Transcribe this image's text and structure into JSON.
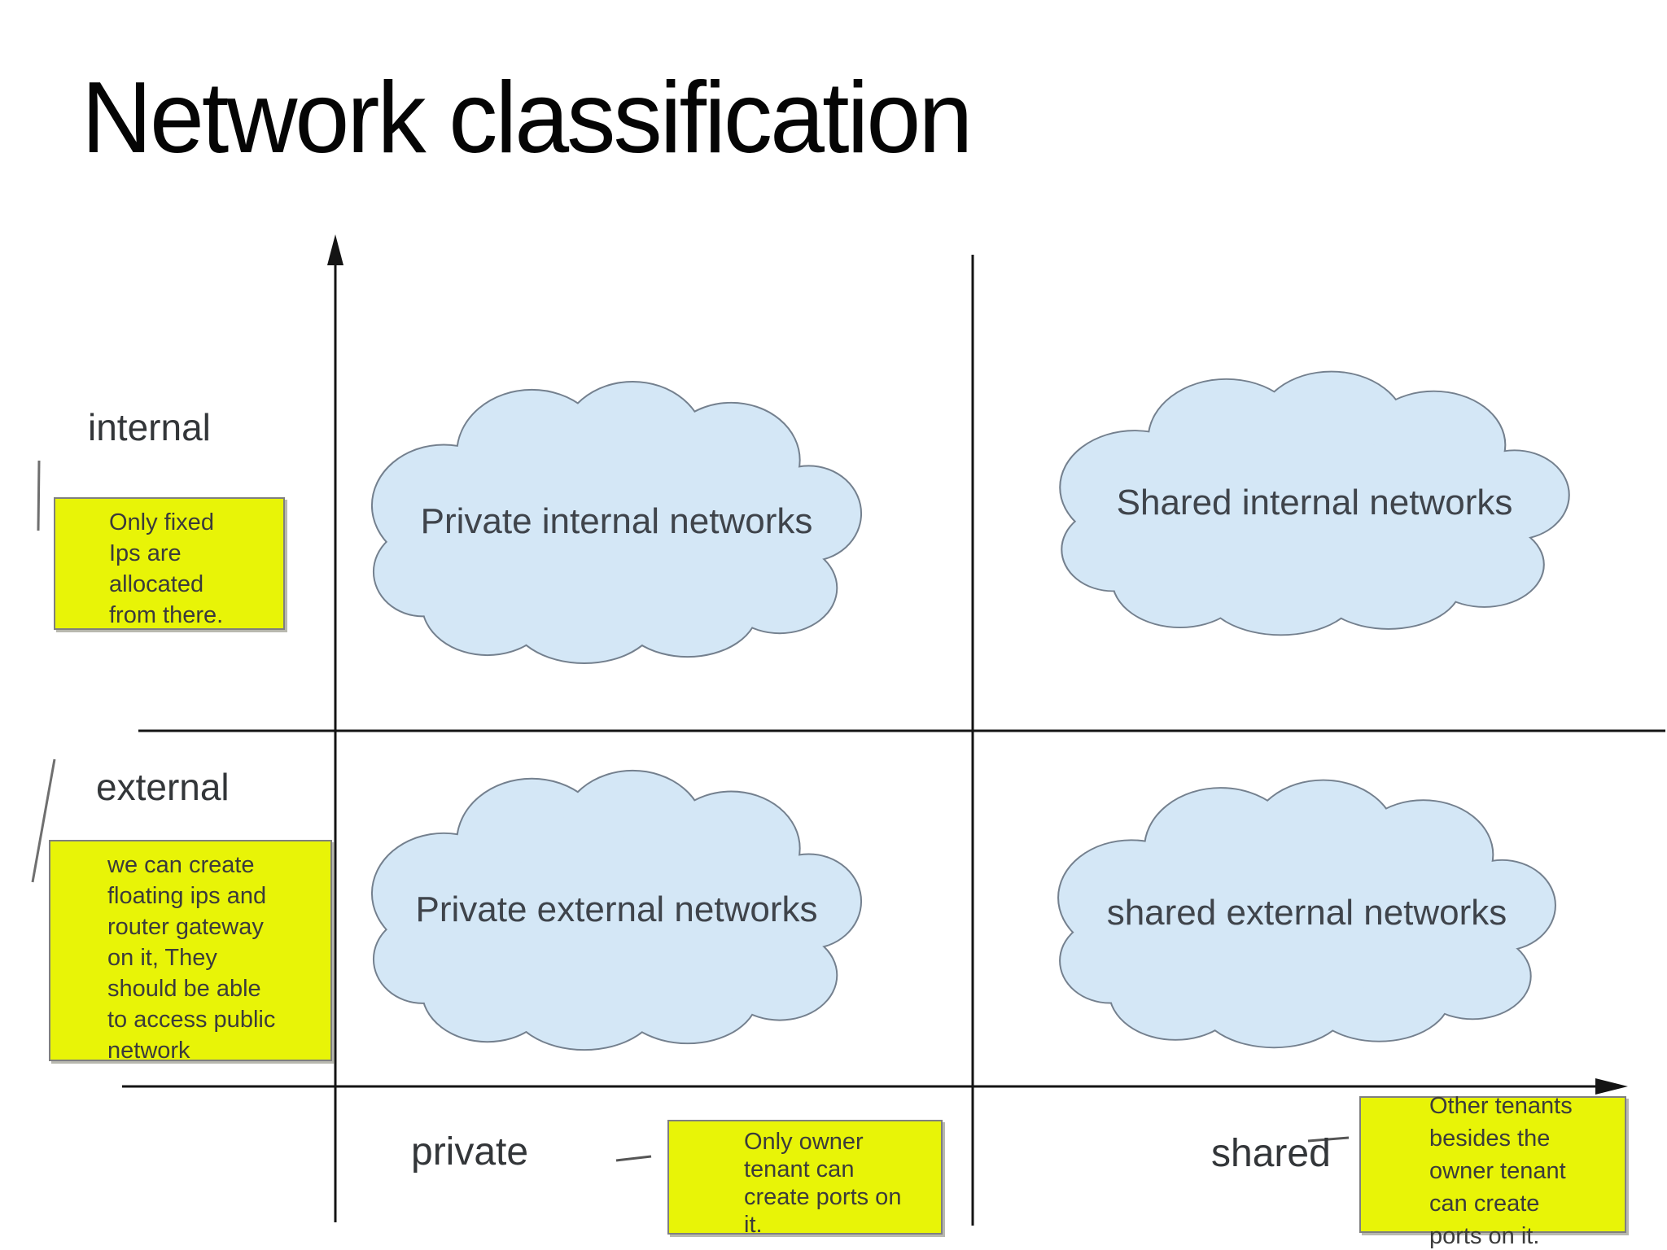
{
  "slide": {
    "title": "Network classification"
  },
  "quadrant": {
    "y_axis": {
      "top_label": "internal",
      "bottom_label": "external"
    },
    "x_axis": {
      "left_label": "private",
      "right_label": "shared"
    }
  },
  "clouds": [
    {
      "id": "private-internal",
      "label": "Private internal networks"
    },
    {
      "id": "shared-internal",
      "label": "Shared internal networks"
    },
    {
      "id": "private-external",
      "label": "Private external networks"
    },
    {
      "id": "shared-external",
      "label": "shared external networks"
    }
  ],
  "notes": [
    {
      "text": "Only fixed\nIps are\nallocated\nfrom there."
    },
    {
      "text": "we can create\nfloating ips and\nrouter gateway\non it, They\nshould be able\nto access public\nnetwork"
    },
    {
      "text": "Only owner\ntenant can\ncreate ports on\nit."
    },
    {
      "text": "Other tenants\nbesides the\nowner tenant\ncan create\nports on it."
    }
  ],
  "colors": {
    "background": "#ffffff",
    "title_text": "#050505",
    "axis": "#141414",
    "label_text": "#333639",
    "note_fill": "#e8f407",
    "note_border": "#7f7f7f",
    "note_text": "#3b3b3b",
    "cloud_fill": "#d4e7f6",
    "cloud_stroke": "#74808e"
  }
}
